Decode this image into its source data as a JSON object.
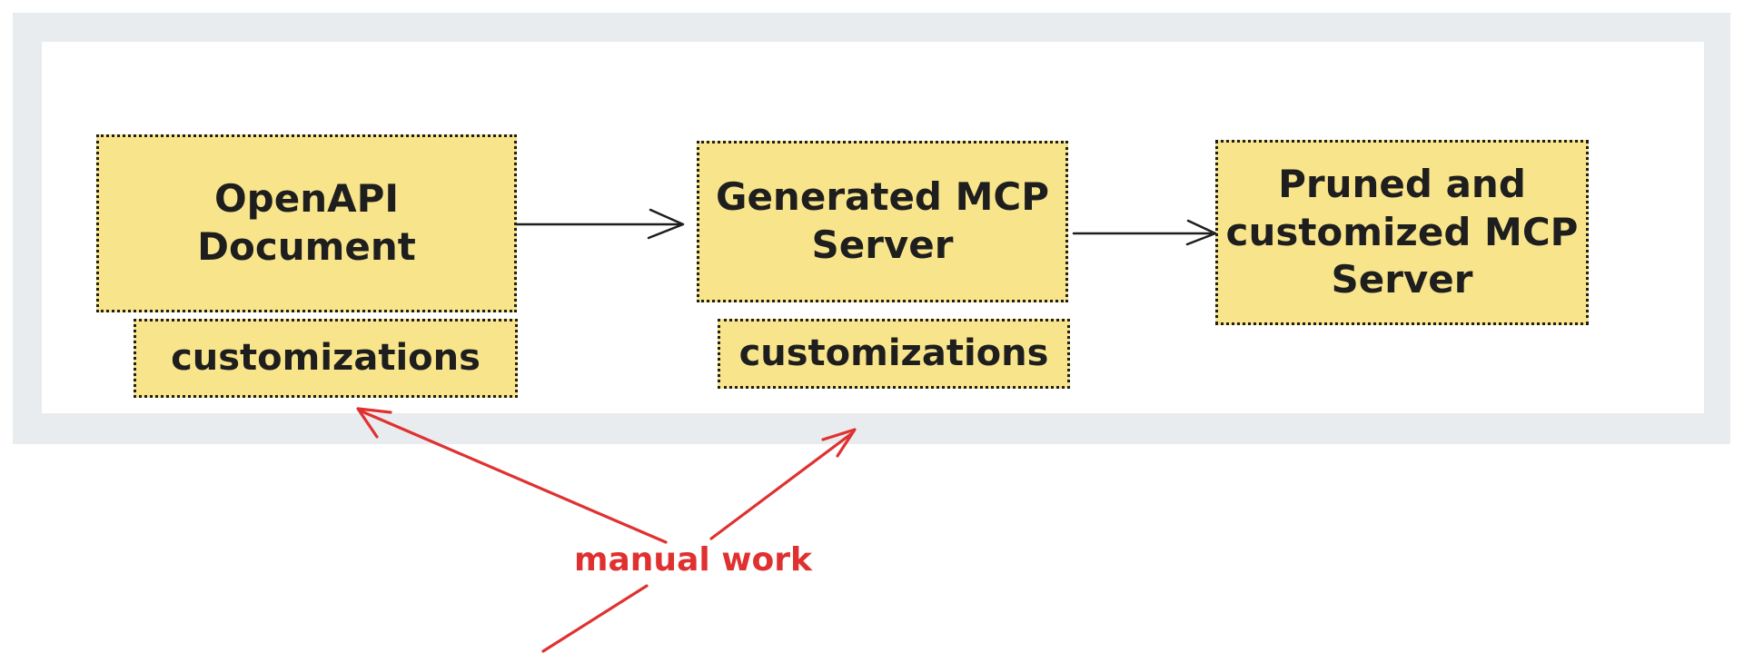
{
  "colors": {
    "frame_bg": "#e9ecef",
    "canvas_bg": "#ffffff",
    "node_fill": "#f8e58b",
    "ink": "#1e1e1e",
    "annotation_red": "#e03131"
  },
  "nodes": {
    "openapi": {
      "lines": [
        "OpenAPI",
        "Document"
      ]
    },
    "openapi_customizations": {
      "label": "customizations"
    },
    "generated": {
      "lines": [
        "Generated MCP",
        "Server"
      ]
    },
    "generated_customizations": {
      "label": "customizations"
    },
    "pruned": {
      "lines": [
        "Pruned and",
        "customized MCP",
        "Server"
      ]
    }
  },
  "annotation": {
    "label": "manual work"
  }
}
